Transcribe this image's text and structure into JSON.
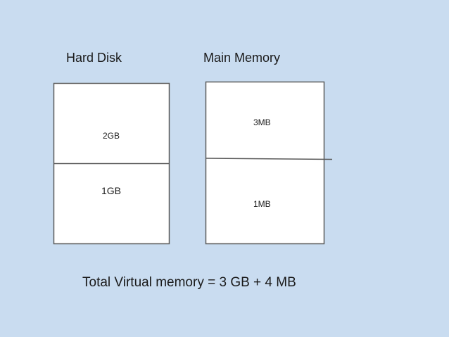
{
  "hard_disk": {
    "title": "Hard Disk",
    "top_label": "2GB",
    "bottom_label": "1GB"
  },
  "main_memory": {
    "title": "Main Memory",
    "top_label": "3MB",
    "bottom_label": "1MB"
  },
  "summary": {
    "total_text": "Total Virtual memory = 3 GB + 4 MB"
  },
  "colors": {
    "background": "#c9dcf0",
    "box_fill": "#ffffff",
    "box_stroke": "#5a5a5a"
  }
}
